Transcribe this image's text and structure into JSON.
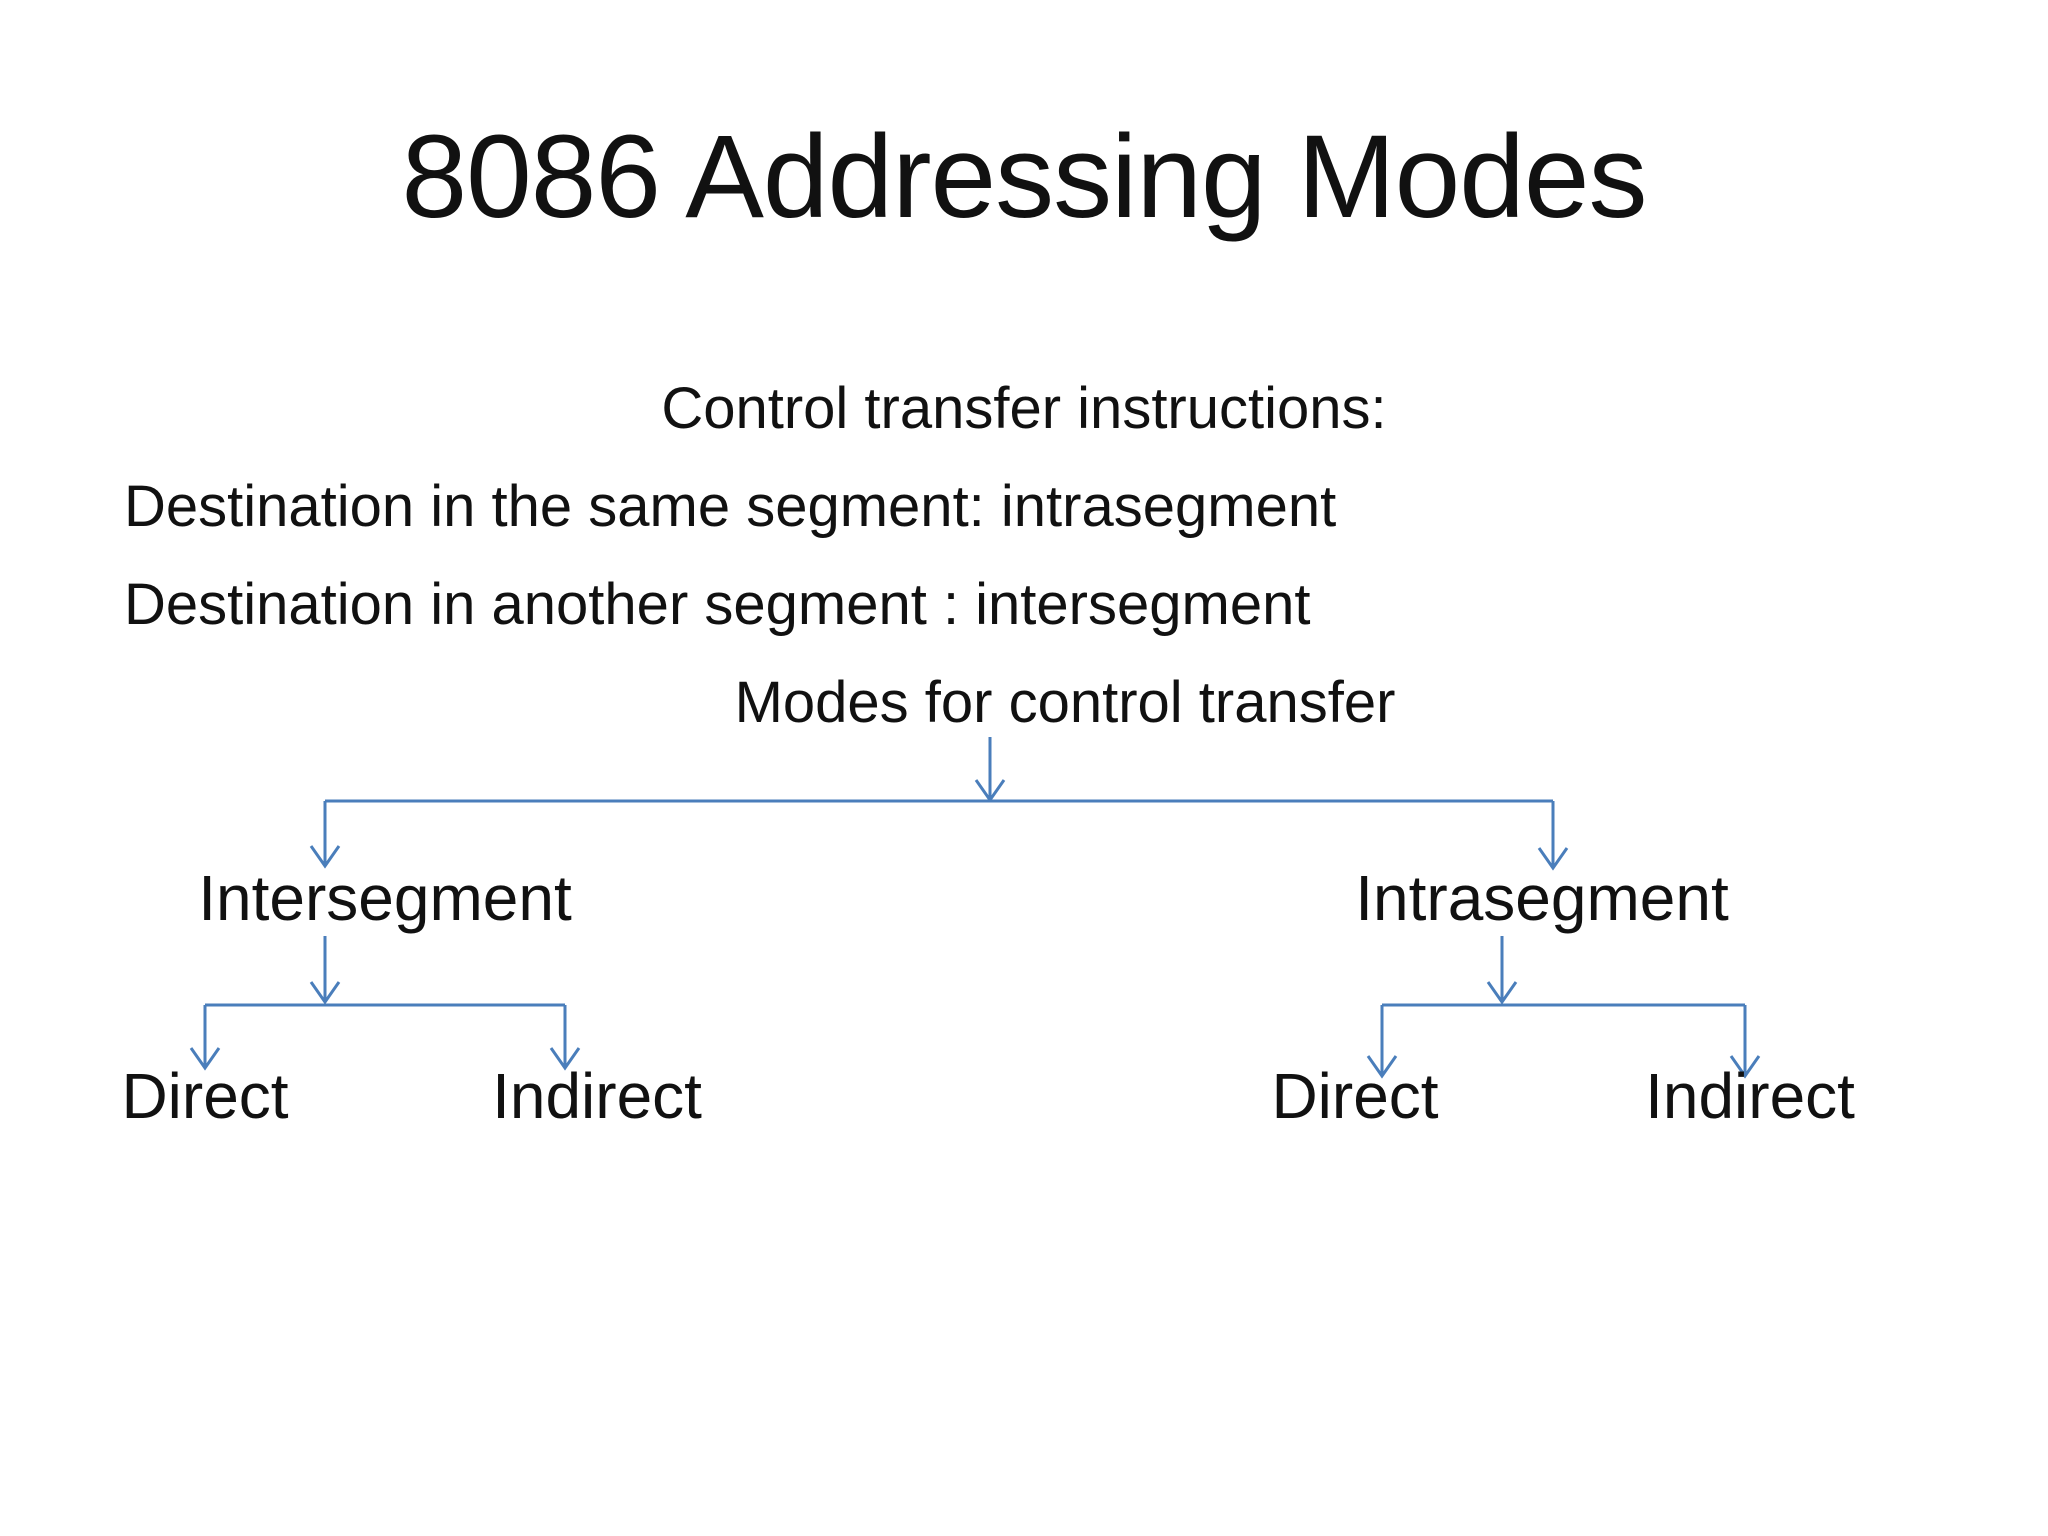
{
  "slide": {
    "title": "8086 Addressing Modes",
    "body": {
      "line1": "Control transfer instructions:",
      "line2": "Destination in the same segment: intrasegment",
      "line3": "Destination in another segment : intersegment",
      "line4": "Modes for control transfer"
    },
    "tree": {
      "root_label": "Modes for control transfer",
      "left": {
        "label": "Intersegment",
        "children": [
          {
            "label": "Direct"
          },
          {
            "label": "Indirect"
          }
        ]
      },
      "right": {
        "label": "Intrasegment",
        "children": [
          {
            "label": "Direct"
          },
          {
            "label": "Indirect"
          }
        ]
      }
    },
    "colors": {
      "connector_blue": "#4a7ebb",
      "text_black": "#111111",
      "background": "#ffffff"
    }
  }
}
